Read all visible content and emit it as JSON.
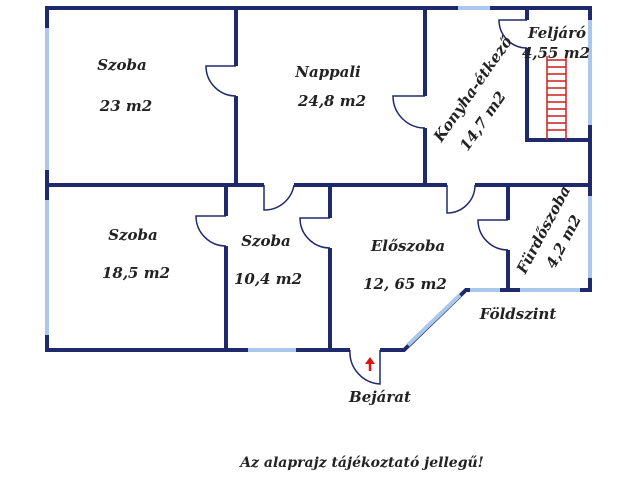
{
  "rooms": {
    "szoba1": {
      "name": "Szoba",
      "area": "23 m2"
    },
    "nappali": {
      "name": "Nappali",
      "area": "24,8 m2"
    },
    "konyha": {
      "name": "Konyha-étkező",
      "area": "14,7 m2"
    },
    "feljaro": {
      "name": "Feljáró",
      "area": "4,55 m2"
    },
    "szoba2": {
      "name": "Szoba",
      "area": "18,5 m2"
    },
    "szoba3": {
      "name": "Szoba",
      "area": "10,4 m2"
    },
    "eloszoba": {
      "name": "Előszoba",
      "area": "12, 65 m2"
    },
    "furdo": {
      "name": "Fürdőszoba",
      "area": "4,2 m2"
    }
  },
  "labels": {
    "entrance": "Bejárat",
    "level": "Földszint",
    "note": "Az alaprajz tájékoztató jellegű!"
  },
  "colors": {
    "wall": "#1f2a6b",
    "window": "#a9c8ec",
    "stairs": "#cc1f1f",
    "entrance_arrow": "#dd1111"
  }
}
